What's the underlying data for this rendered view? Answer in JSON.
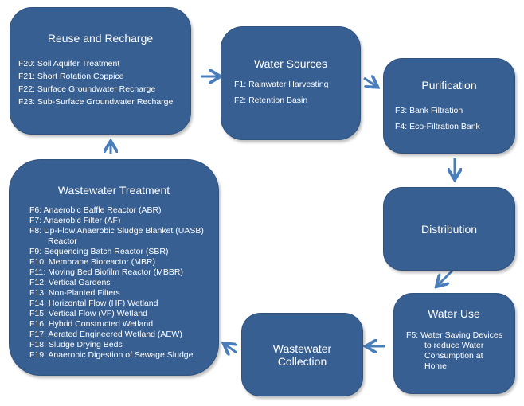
{
  "diagram": {
    "reuse": {
      "title": "Reuse and Recharge",
      "items": [
        "F20: Soil Aquifer Treatment",
        "F21: Short Rotation Coppice",
        "F22: Surface Groundwater Recharge",
        "F23: Sub-Surface Groundwater Recharge"
      ]
    },
    "sources": {
      "title": "Water Sources",
      "items": [
        "F1: Rainwater Harvesting",
        "F2: Retention Basin"
      ]
    },
    "purification": {
      "title": "Purification",
      "items": [
        "F3: Bank Filtration",
        "F4: Eco-Filtration Bank"
      ]
    },
    "distribution": {
      "title": "Distribution"
    },
    "water_use": {
      "title": "Water Use",
      "items": [
        "F5: Water Saving Devices to reduce Water Consumption at Home"
      ]
    },
    "collection": {
      "title_line1": "Wastewater",
      "title_line2": "Collection"
    },
    "treatment": {
      "title": "Wastewater Treatment",
      "items": [
        "F6: Anaerobic Baffle Reactor (ABR)",
        "F7: Anaerobic Filter (AF)",
        "F8: Up-Flow Anaerobic Sludge Blanket (UASB) Reactor",
        "F9: Sequencing Batch Reactor (SBR)",
        "F10: Membrane Bioreactor (MBR)",
        "F11: Moving Bed Biofilm Reactor (MBBR)",
        "F12: Vertical Gardens",
        "F13: Non-Planted Filters",
        "F14: Horizontal Flow (HF) Wetland",
        "F15: Vertical Flow (VF) Wetland",
        "F16: Hybrid Constructed Wetland",
        "F17: Aerated Engineered Wetland (AEW)",
        "F18: Sludge Drying Beds",
        "F19: Anaerobic Digestion of Sewage Sludge"
      ]
    },
    "colors": {
      "box_fill": "#375f91",
      "arrow": "#4a7ebb",
      "text": "#ffffff"
    }
  }
}
